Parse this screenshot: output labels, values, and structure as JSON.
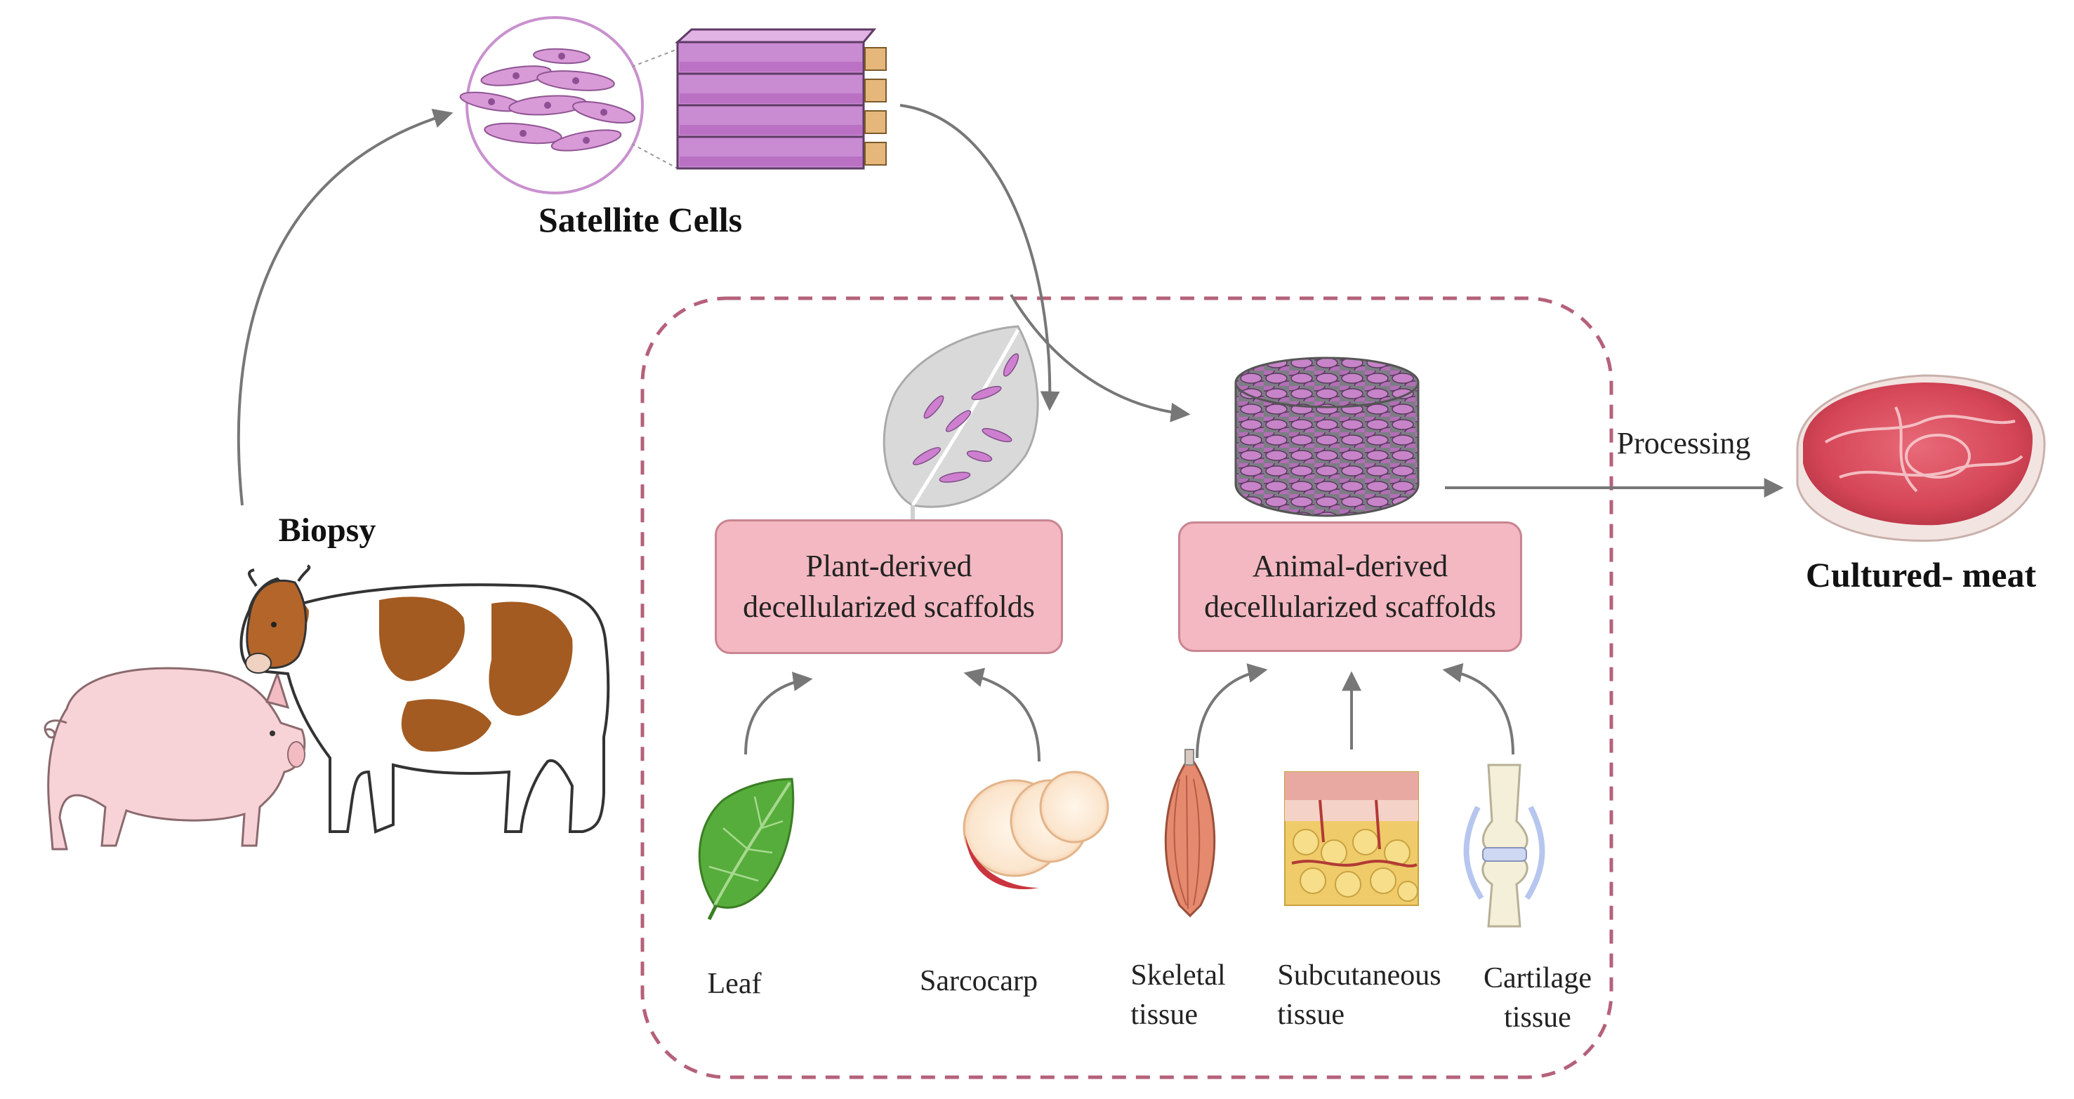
{
  "colors": {
    "dash_border": "#b5617a",
    "scaffold_box_fill": "#f3b8c1",
    "scaffold_box_border": "#c98591",
    "arrow": "#777777",
    "cell_pink": "#cf7fd0",
    "meat_red": "#d9475a"
  },
  "labels": {
    "satellite_cells": "Satellite Cells",
    "biopsy": "Biopsy",
    "processing": "Processing",
    "cultured_meat": "Cultured- meat"
  },
  "scaffolds": {
    "plant": {
      "line1": "Plant-derived",
      "line2": "decellularized scaffolds"
    },
    "animal": {
      "line1": "Animal-derived",
      "line2": "decellularized scaffolds"
    }
  },
  "sources": {
    "leaf": "Leaf",
    "sarcocarp": "Sarcocarp",
    "skeletal": {
      "line1": "Skeletal",
      "line2": "tissue"
    },
    "subcutaneous": {
      "line1": "Subcutaneous",
      "line2": "tissue"
    },
    "cartilage": {
      "line1": "Cartilage",
      "line2": "tissue"
    }
  },
  "icons": {
    "cell_dish": "cell-culture-dish-icon",
    "flask_stack": "cell-culture-flask-stack-icon",
    "pig": "pig-icon",
    "cow": "cow-icon",
    "seeded_leaf": "seeded-leaf-scaffold-icon",
    "seeded_cylinder": "seeded-cylinder-scaffold-icon",
    "meat": "steak-icon",
    "leaf": "leaf-icon",
    "sarcocarp": "apple-slices-icon",
    "muscle": "muscle-icon",
    "skin": "skin-section-icon",
    "joint": "knee-joint-icon"
  }
}
